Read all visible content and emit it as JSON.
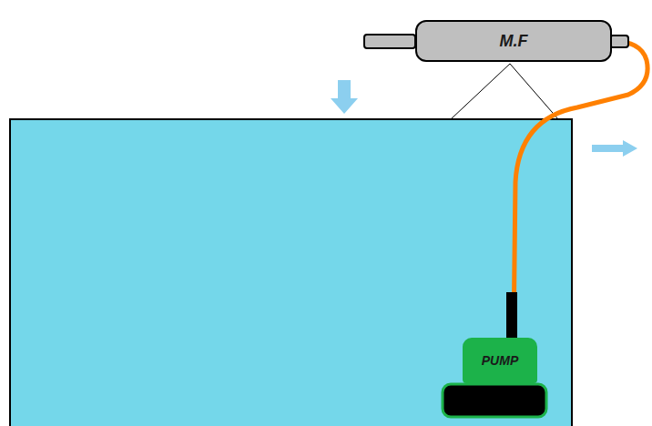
{
  "diagram": {
    "nodes": [
      {
        "text": [
          "M.F"
        ]
      },
      {
        "text": [
          "PUMP"
        ]
      }
    ],
    "edges": [
      {
        "from": 1,
        "to": 0,
        "arrow": "none"
      }
    ]
  }
}
